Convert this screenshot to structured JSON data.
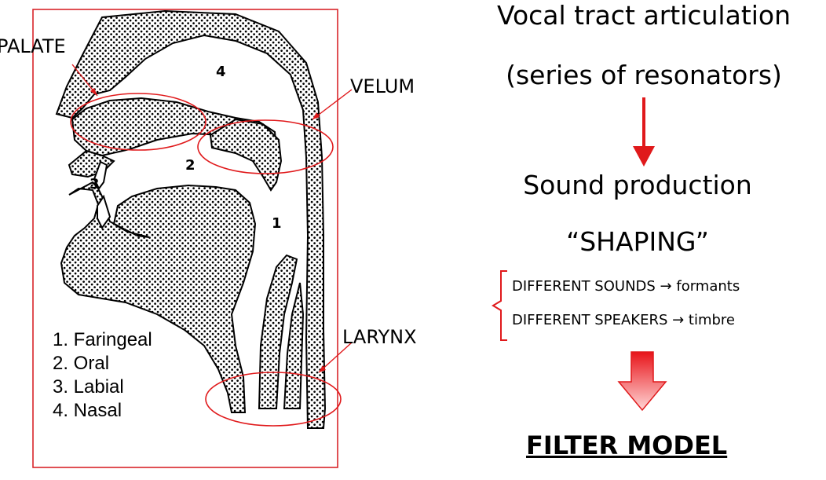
{
  "diagram": {
    "labels": {
      "palate": "PALATE",
      "velum": "VELUM",
      "larynx": "LARYNX"
    },
    "region_numbers": [
      "1",
      "2",
      "3",
      "4"
    ],
    "legend": [
      "1. Faringeal",
      "2. Oral",
      "3. Labial",
      "4. Nasal"
    ],
    "colors": {
      "accent": "#e0191b",
      "fill": "#000000"
    }
  },
  "right": {
    "line1": "Vocal tract articulation",
    "line2": "(series of resonators)",
    "line3": "Sound production",
    "line4": "“SHAPING”",
    "bullet1": "DIFFERENT SOUNDS → formants",
    "bullet2": "DIFFERENT SPEAKERS → timbre",
    "result": "FILTER MODEL"
  }
}
